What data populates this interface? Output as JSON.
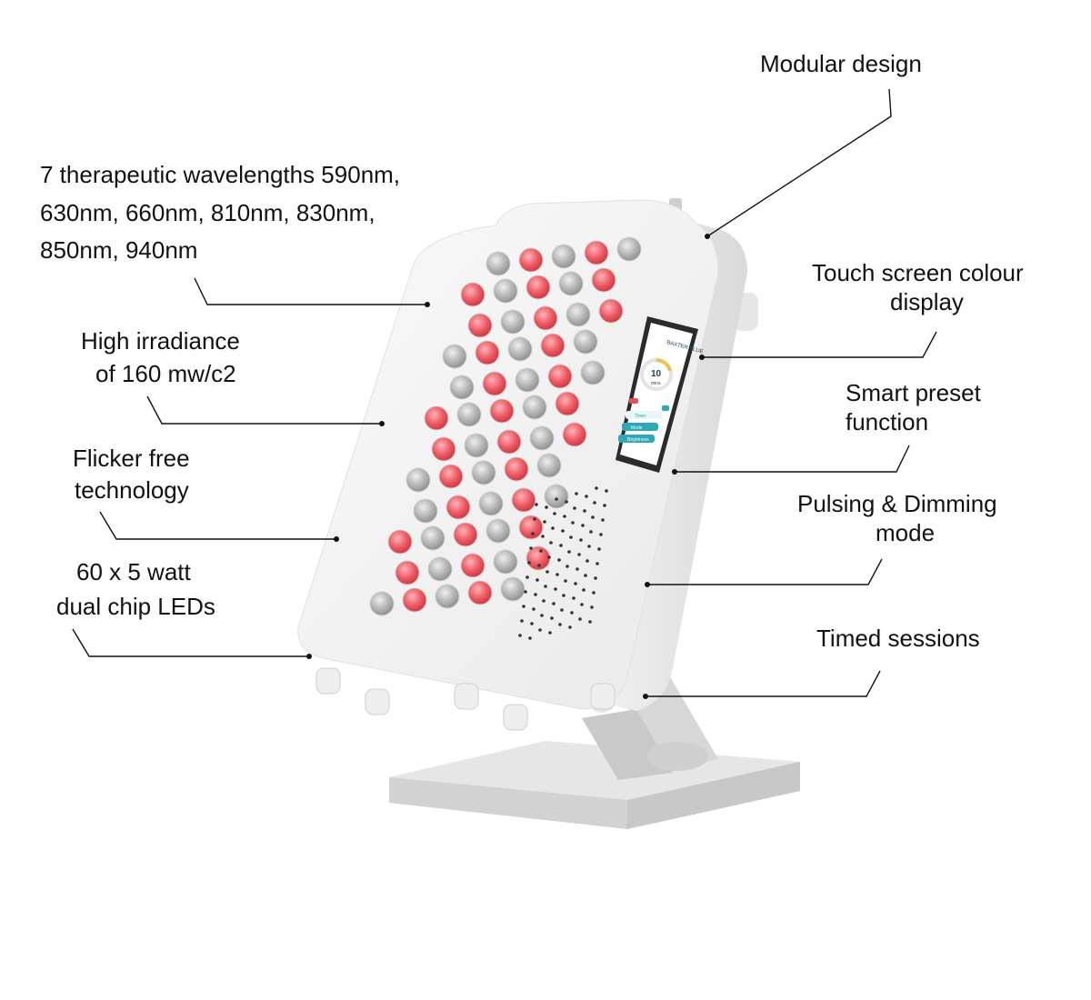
{
  "callouts": {
    "modular": "Modular design",
    "wavelengths_1": "7 therapeutic wavelengths 590nm,",
    "wavelengths_2": "630nm, 660nm, 810nm, 830nm,",
    "wavelengths_3": "850nm, 940nm",
    "irradiance_1": "High irradiance",
    "irradiance_2": "of 160 mw/c2",
    "flicker_1": "Flicker free",
    "flicker_2": "technology",
    "leds_1": "60 x 5 watt",
    "leds_2": "dual chip LEDs",
    "touch_1": "Touch screen colour",
    "touch_2": "display",
    "preset_1": "Smart preset",
    "preset_2": "function",
    "pulsing_1": "Pulsing & Dimming",
    "pulsing_2": "mode",
    "timed": "Timed sessions"
  },
  "device_screen": {
    "brand": "BAXTER BLUE",
    "timer_value": "10",
    "timer_unit": "mins",
    "menu": [
      "Timer",
      "Mode",
      "Brightness"
    ]
  },
  "colors": {
    "led_red": "#e8505b",
    "led_grey": "#a9a9a9",
    "panel": "#f2f2f2",
    "screen_teal": "#2aa9b8"
  }
}
